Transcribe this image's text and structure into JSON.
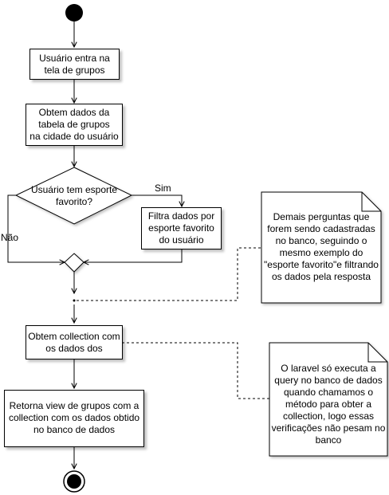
{
  "nodes": {
    "enter_groups": "Usuário entra na\ntela de grupos",
    "get_groups": "Obtem dados da\ntabela de grupos\nna cidade do usuário",
    "decision_question": "Usuário tem esporte\nfavorito?",
    "filter_sport": "Filtra dados por\nesporte favorito\ndo usuário",
    "get_collection": "Obtem collection com\nos dados dos",
    "return_view": "Retorna view de grupos com a\ncollection com os dados obtido\nno banco de dados"
  },
  "edges": {
    "yes_label": "Sim",
    "no_label": "Não"
  },
  "notes": {
    "note_other_questions": "Demais perguntas que\nforem sendo cadastradas\nno banco, seguindo o\nmesmo exemplo do\n\"esporte favorito\"e filtrando\nos dados pela resposta",
    "note_laravel": "O laravel só executa a\nquery no banco de dados\nquando chamamos o\nmétodo para obter a\ncollection, logo essas\nverificações não pesam no\nbanco"
  }
}
